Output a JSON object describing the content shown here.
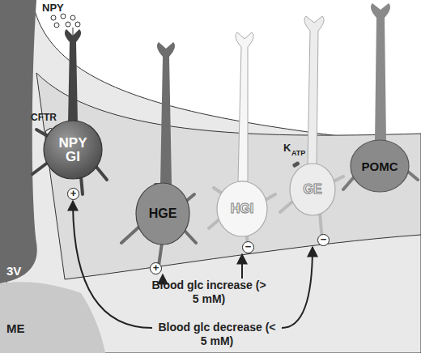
{
  "diagram": {
    "nodes": [
      {
        "text": [
          "NPY GI"
        ]
      },
      {
        "text": [
          "HGE"
        ]
      },
      {
        "text": [
          "HGI"
        ]
      },
      {
        "text": [
          "GE"
        ]
      },
      {
        "text": [
          "POMC"
        ]
      },
      {
        "text": [
          "Blood glc increase (> 5 mM)"
        ]
      },
      {
        "text": [
          "Blood glc decrease (< 5 mM)"
        ]
      }
    ],
    "edges": [
      {
        "from": 5,
        "to": 1,
        "arrow": "to"
      },
      {
        "from": 5,
        "to": 2,
        "arrow": "to"
      },
      {
        "from": 6,
        "to": 0,
        "arrow": "to"
      },
      {
        "from": 6,
        "to": 3,
        "arrow": "to"
      }
    ],
    "labels": [
      "NPY",
      "CFTR",
      "K",
      "ATP",
      "+",
      "+",
      "−",
      "−",
      "3V",
      "ME"
    ]
  }
}
